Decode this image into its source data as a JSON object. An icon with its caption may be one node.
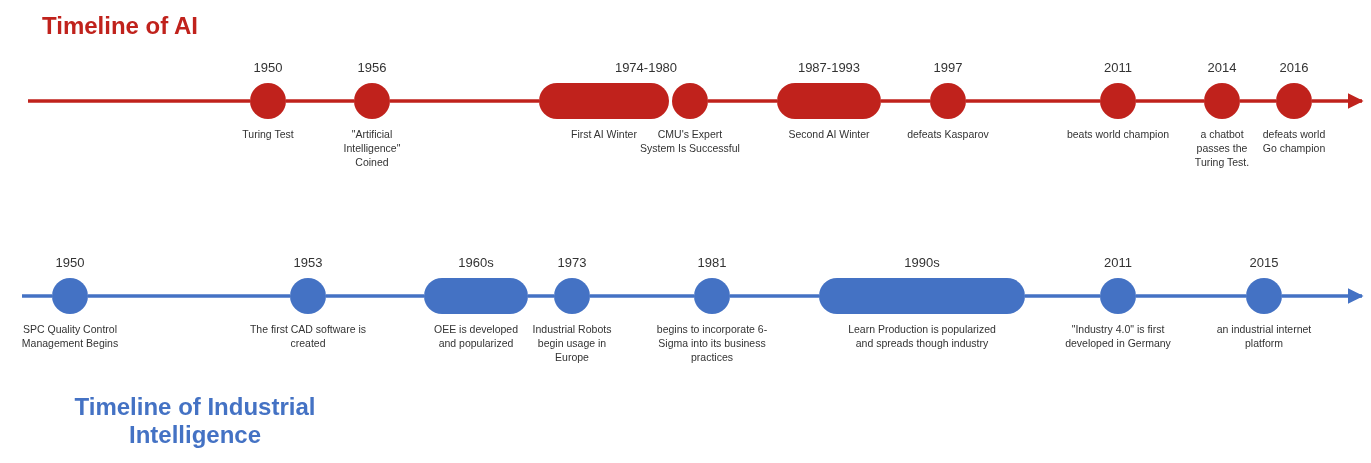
{
  "diagram": {
    "nodes": [
      {
        "text": [
          "1950",
          "Turing Test"
        ]
      },
      {
        "text": [
          "1956",
          "\"Artificial Intelligence\" Coined"
        ]
      },
      {
        "text": [
          "1974-1980",
          "First AI Winter"
        ]
      },
      {
        "text": [
          "CMU's Expert System Is Successful"
        ]
      },
      {
        "text": [
          "1987-1993",
          "Second AI Winter"
        ]
      },
      {
        "text": [
          "1997",
          "defeats Kasparov"
        ]
      },
      {
        "text": [
          "2011",
          "beats world champion"
        ]
      },
      {
        "text": [
          "2014",
          "a chatbot passes the Turing Test."
        ]
      },
      {
        "text": [
          "2016",
          "defeats world Go champion"
        ]
      },
      {
        "text": [
          "1950",
          "SPC Quality Control Management Begins"
        ]
      },
      {
        "text": [
          "1953",
          "The first CAD software is created"
        ]
      },
      {
        "text": [
          "1960s",
          "OEE is developed and popularized"
        ]
      },
      {
        "text": [
          "1973",
          "Industrial Robots begin usage in Europe"
        ]
      },
      {
        "text": [
          "1981",
          "begins to incorporate 6-Sigma into its business practices"
        ]
      },
      {
        "text": [
          "1990s",
          "Learn Production is popularized and spreads though industry"
        ]
      },
      {
        "text": [
          "2011",
          "\"Industry 4.0\" is first developed in Germany"
        ]
      },
      {
        "text": [
          "2015",
          "an industrial internet platform"
        ]
      }
    ],
    "edges": [
      {
        "from": null,
        "to": 0,
        "arrow": "none",
        "color": "#c0221c"
      },
      {
        "from": 0,
        "to": 1,
        "arrow": "none",
        "color": "#c0221c"
      },
      {
        "from": 1,
        "to": 2,
        "arrow": "none",
        "color": "#c0221c"
      },
      {
        "from": 3,
        "to": 4,
        "arrow": "none",
        "color": "#c0221c"
      },
      {
        "from": 4,
        "to": 5,
        "arrow": "none",
        "color": "#c0221c"
      },
      {
        "from": 5,
        "to": 6,
        "arrow": "none",
        "color": "#c0221c"
      },
      {
        "from": 6,
        "to": 7,
        "arrow": "none",
        "color": "#c0221c"
      },
      {
        "from": 7,
        "to": 8,
        "arrow": "none",
        "color": "#c0221c"
      },
      {
        "from": 8,
        "to": null,
        "arrow": "to",
        "color": "#c0221c"
      },
      {
        "from": null,
        "to": 9,
        "arrow": "none",
        "color": "#4472c4"
      },
      {
        "from": 9,
        "to": 10,
        "arrow": "none",
        "color": "#4472c4"
      },
      {
        "from": 10,
        "to": 11,
        "arrow": "none",
        "color": "#4472c4"
      },
      {
        "from": 11,
        "to": 12,
        "arrow": "none",
        "color": "#4472c4"
      },
      {
        "from": 12,
        "to": 13,
        "arrow": "none",
        "color": "#4472c4"
      },
      {
        "from": 13,
        "to": 14,
        "arrow": "none",
        "color": "#4472c4"
      },
      {
        "from": 14,
        "to": 15,
        "arrow": "none",
        "color": "#4472c4"
      },
      {
        "from": 15,
        "to": 16,
        "arrow": "none",
        "color": "#4472c4"
      },
      {
        "from": 16,
        "to": null,
        "arrow": "to",
        "color": "#4472c4"
      }
    ],
    "labels": [
      "Timeline of AI",
      "Timeline of Industrial Intelligence"
    ]
  }
}
